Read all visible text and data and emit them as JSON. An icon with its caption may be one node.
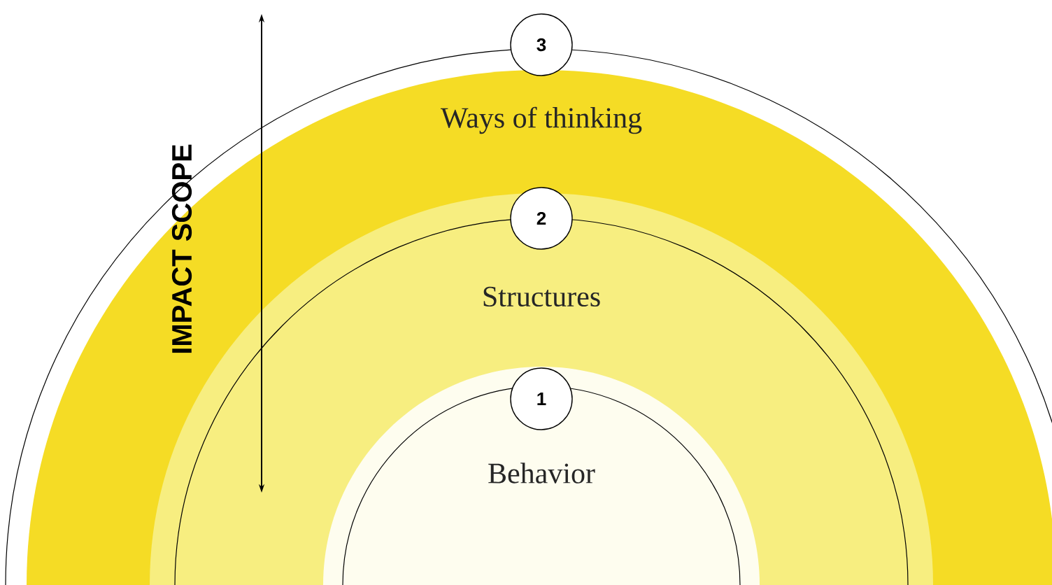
{
  "diagram": {
    "nodes": [
      {
        "text": [
          "Ways of thinking"
        ]
      },
      {
        "text": [
          "3"
        ]
      },
      {
        "text": [
          "Structures"
        ],
        "in": 0
      },
      {
        "text": [
          "2"
        ],
        "in": 2
      },
      {
        "text": [
          "Behavior"
        ],
        "in": 2
      },
      {
        "text": [
          "1"
        ],
        "in": 4
      }
    ],
    "labels": [
      "IMPACT SCOPE"
    ]
  }
}
